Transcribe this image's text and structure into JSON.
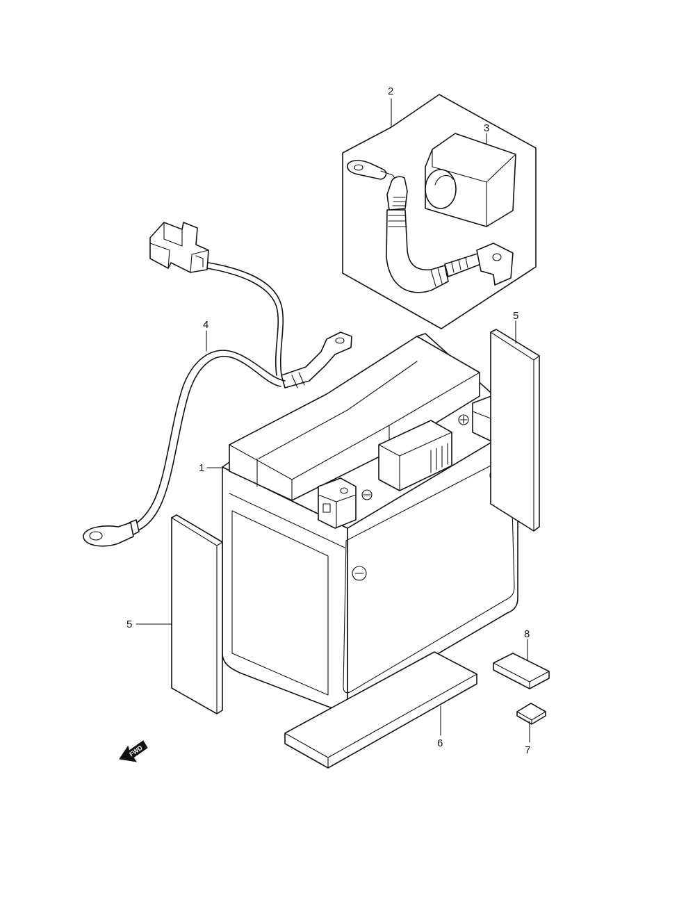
{
  "callouts": {
    "part1": "1",
    "part2": "2",
    "part3": "3",
    "part4": "4",
    "part5_right": "5",
    "part5_left": "5",
    "part6": "6",
    "part7": "7",
    "part8": "8"
  },
  "fwd_indicator": {
    "label": "FWD",
    "icon": "arrow-fwd-icon"
  }
}
